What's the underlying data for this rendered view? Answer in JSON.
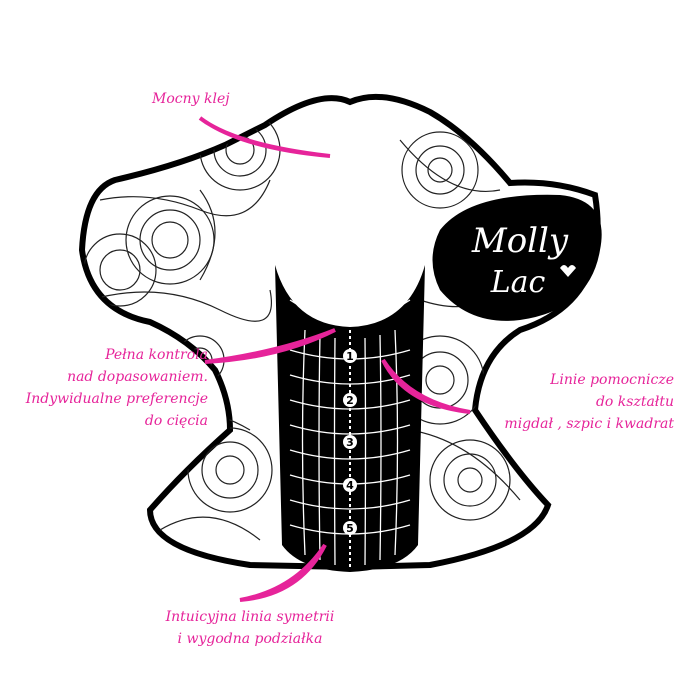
{
  "brand": {
    "logo_line1": "Molly",
    "logo_line2": "Lac",
    "logo_color": "#000000"
  },
  "callouts": {
    "glue": {
      "line1": "Mocny klej"
    },
    "control": {
      "line1": "Pełna kontrola",
      "line2": "nad dopasowaniem.",
      "line3": "Indywidualne preferencje",
      "line4": "do cięcia"
    },
    "guides": {
      "line1": "Linie pomocnicze",
      "line2": "do kształtu",
      "line3": "migdał , szpic i kwadrat"
    },
    "symmetry": {
      "line1": "Intuicyjna linia symetrii",
      "line2": "i wygodna podziałka"
    }
  },
  "scale": {
    "marks": [
      "1",
      "2",
      "3",
      "4",
      "5"
    ]
  },
  "colors": {
    "accent": "#e6249a",
    "outline": "#000000",
    "background": "#ffffff"
  }
}
